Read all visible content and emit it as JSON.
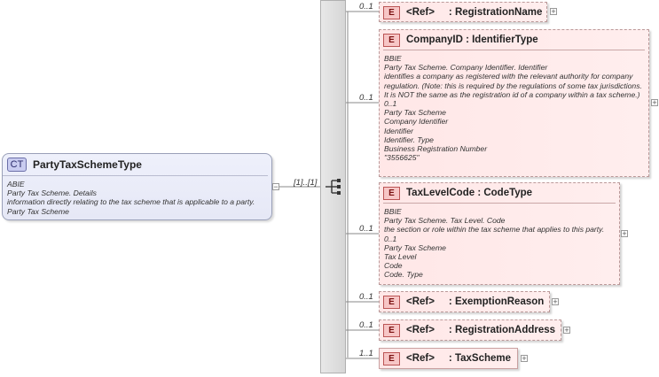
{
  "complex_type": {
    "badge": "CT",
    "title": "PartyTaxSchemeType",
    "doc": "ABIE\nParty Tax Scheme. Details\ninformation directly relating to the tax scheme that is applicable to a party.\nParty Tax Scheme"
  },
  "sequence_cardinality": "[1]..[1]",
  "elements": [
    {
      "badge": "E",
      "title": "<Ref>     : RegistrationName",
      "cardinality": "0..1"
    },
    {
      "badge": "E",
      "title": "CompanyID : IdentifierType",
      "cardinality": "0..1",
      "doc": "BBIE\nParty Tax Scheme. Company Identifier. Identifier\nidentifies a company as registered with the relevant authority for company regulation. (Note: this is required by the regulations of some tax jurisdictions. It is NOT the same as the registration id of a company within a tax scheme.)\n0..1\nParty Tax Scheme\nCompany Identifier\nIdentifier\nIdentifier. Type\nBusiness Registration Number\n\"3556625\""
    },
    {
      "badge": "E",
      "title": "TaxLevelCode : CodeType",
      "cardinality": "0..1",
      "doc": "BBIE\nParty Tax Scheme. Tax Level. Code\nthe section or role within the tax scheme that applies to this party.\n0..1\nParty Tax Scheme\nTax Level\nCode\nCode. Type"
    },
    {
      "badge": "E",
      "title": "<Ref>     : ExemptionReason",
      "cardinality": "0..1"
    },
    {
      "badge": "E",
      "title": "<Ref>     : RegistrationAddress",
      "cardinality": "0..1"
    },
    {
      "badge": "E",
      "title": "<Ref>     : TaxScheme",
      "cardinality": "1..1"
    }
  ],
  "icons": {
    "collapse": "minus-icon",
    "expand": "plus-icon",
    "sequence": "sequence-icon"
  }
}
